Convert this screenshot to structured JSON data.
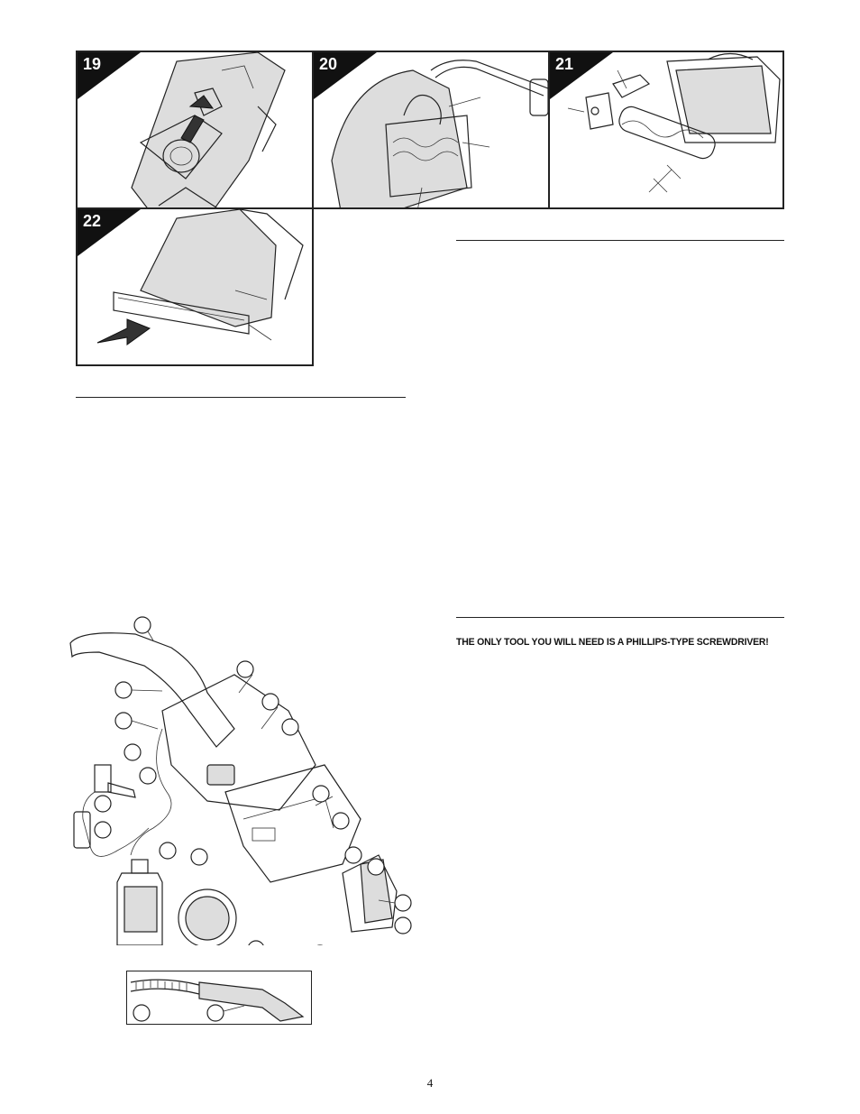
{
  "figures": {
    "fig19": {
      "number": "19"
    },
    "fig20": {
      "number": "20"
    },
    "fig21": {
      "number": "21"
    },
    "fig22": {
      "number": "22"
    }
  },
  "notes": {
    "tool_note": "THE ONLY TOOL YOU WILL NEED IS A PHILLIPS-TYPE SCREWDRIVER!"
  },
  "page": {
    "number": "4"
  },
  "icons": {
    "badge": "black-corner-triangle",
    "arrow": "solid-black-arrow"
  }
}
